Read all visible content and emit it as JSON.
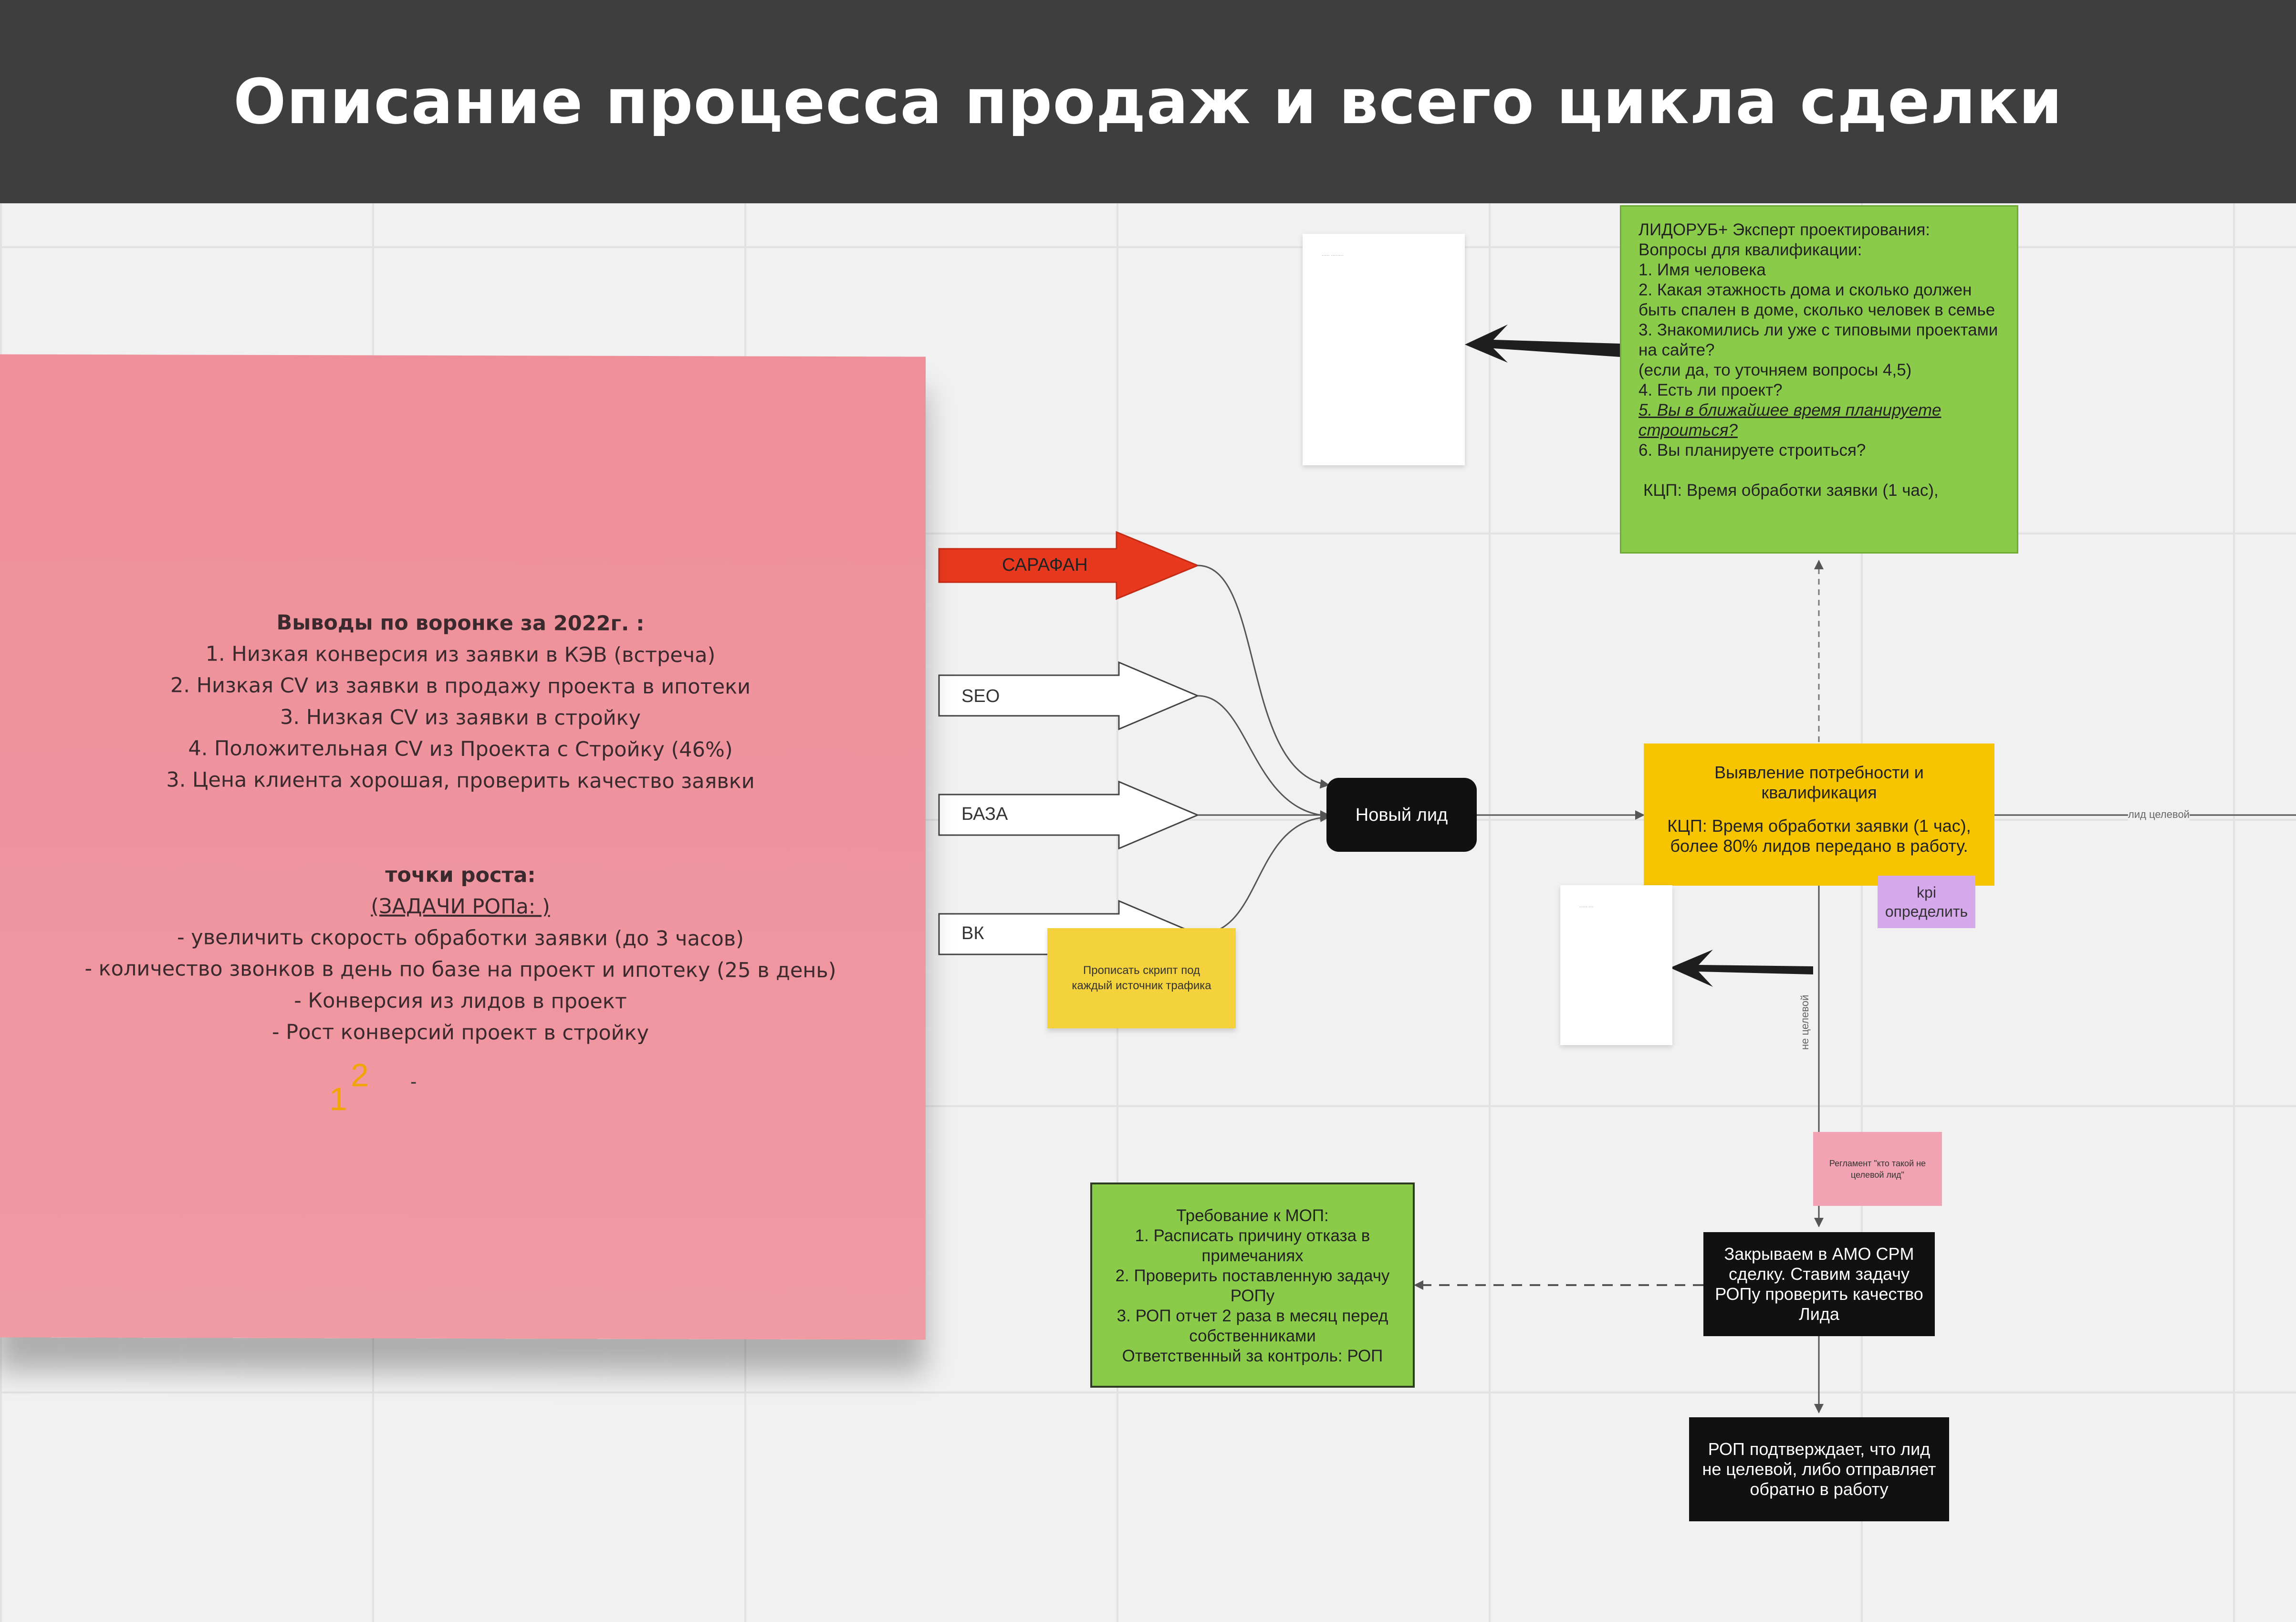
{
  "header": {
    "title": "Описание процесса продаж и всего цикла сделки"
  },
  "pink_note": {
    "title": "Выводы по воронке за 2022г. :",
    "lines": [
      "1. Низкая конверсия из заявки в КЭВ (встреча)",
      "2. Низкая CV из заявки в продажу  проекта в ипотеки",
      "3. Низкая  CV из заявки в стройку",
      "4. Положительная CV из Проекта с Стройку (46%)",
      "3. Цена клиента хорошая, проверить качество заявки"
    ],
    "growth_title": "точки роста:",
    "growth_subtitle": "(ЗАДАЧИ РОПа: )",
    "growth_lines": [
      "- увеличить скорость обработки заявки (до 3 часов)",
      "- количество звонков в день по базе на проект и ипотеку (25 в день)",
      "- Конверсия из лидов в проект",
      "- Рост конверсий проект в стройку"
    ],
    "marks": {
      "one": "1",
      "two": "2",
      "dash": "-"
    }
  },
  "sources": [
    {
      "label": "САРАФАН",
      "fill": "#e8391f"
    },
    {
      "label": "SEO",
      "fill": "#ffffff"
    },
    {
      "label": "БАЗА",
      "fill": "#ffffff"
    },
    {
      "label": "ВК",
      "fill": "#ffffff"
    }
  ],
  "nodes": {
    "new_lead": "Новый лид",
    "qualification": {
      "title": "Выявление потребности и квалификация",
      "kpi": "КЦП: Время обработки заявки (1 час), более 80% лидов передано в работу."
    },
    "close_deal": "Закрываем в АМО CPM сделку. Ставим задачу РОПу проверить качество Лида",
    "rop_confirm": "РОП подтверждает, что лид не целевой, либо отправляет обратно в работу"
  },
  "green_top": {
    "lines": [
      "ЛИДОРУБ+ Эксперт проектирования:",
      "Вопросы для квалификации:",
      "1. Имя человека",
      "2. Какая этажность дома и сколько должен быть спален в доме, сколько человек в семье",
      "3. Знакомились ли уже с типовыми проектами на сайте?",
      "  (если да, то уточняем вопросы 4,5)",
      "4. Есть ли проект?"
    ],
    "q5": "5. Вы в ближайшее время планируете строиться?",
    "q6": "6. Вы планируете строиться?",
    "kpi": "КЦП: Время обработки заявки (1 час),"
  },
  "green_bottom": {
    "lines": [
      "Требование к МОП:",
      "1. Расписать причину отказа в примечаниях",
      "2. Проверить поставленную задачу РОПу",
      "3. РОП отчет 2 раза в месяц перед собственниками",
      "Ответственный за контроль: РОП"
    ]
  },
  "stickies": {
    "script": "Прописать скрипт под каждый источник трафика",
    "kpi": "kpi определить",
    "reglament": "Регламент \"кто такой не целевой лид\""
  },
  "edge_labels": {
    "target": "лид целевой",
    "not_target": "не целевой"
  },
  "paper_captions": {
    "top": "····· ········",
    "mid": "····· ···"
  },
  "colors": {
    "header_bg": "#3e3e3e",
    "pink": "#ef95a0",
    "green": "#8bcb4a",
    "yellow": "#f7c400",
    "black": "#111111",
    "red_arrow": "#e8391f"
  }
}
